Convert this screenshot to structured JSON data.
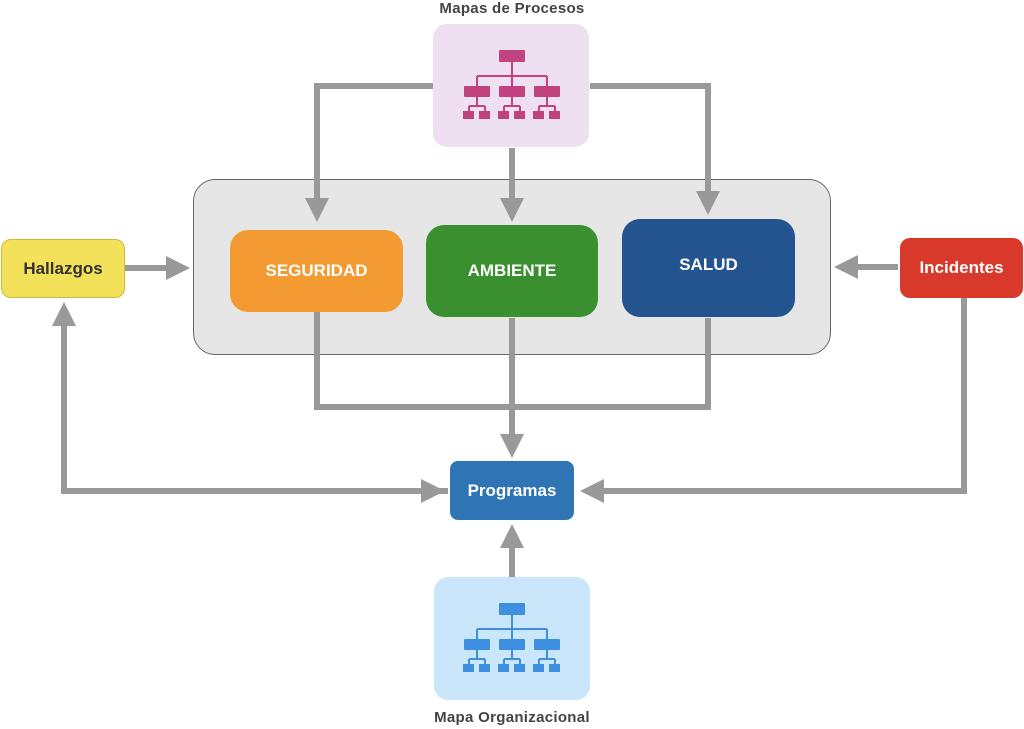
{
  "title_top": "Mapas de Procesos",
  "title_bottom": "Mapa Organizacional",
  "nodes": {
    "seguridad": "SEGURIDAD",
    "ambiente": "AMBIENTE",
    "salud": "SALUD",
    "hallazgos": "Hallazgos",
    "incidentes": "Incidentes",
    "programas": "Programas"
  },
  "icons": {
    "top": "org-chart-icon",
    "bottom": "org-chart-icon"
  },
  "colors": {
    "seguridad": "#F39A33",
    "ambiente": "#3A8F2E",
    "salud": "#23548F",
    "hallazgos": "#F4E15A",
    "incidentes": "#D9392A",
    "programas": "#2F74B5",
    "process_map_bg": "#EEDFF1",
    "process_map_icon": "#C0427F",
    "org_map_bg": "#C9E6FA",
    "org_map_icon": "#3D8FE0",
    "group_bg": "#E6E6E6",
    "arrow": "#999999"
  }
}
